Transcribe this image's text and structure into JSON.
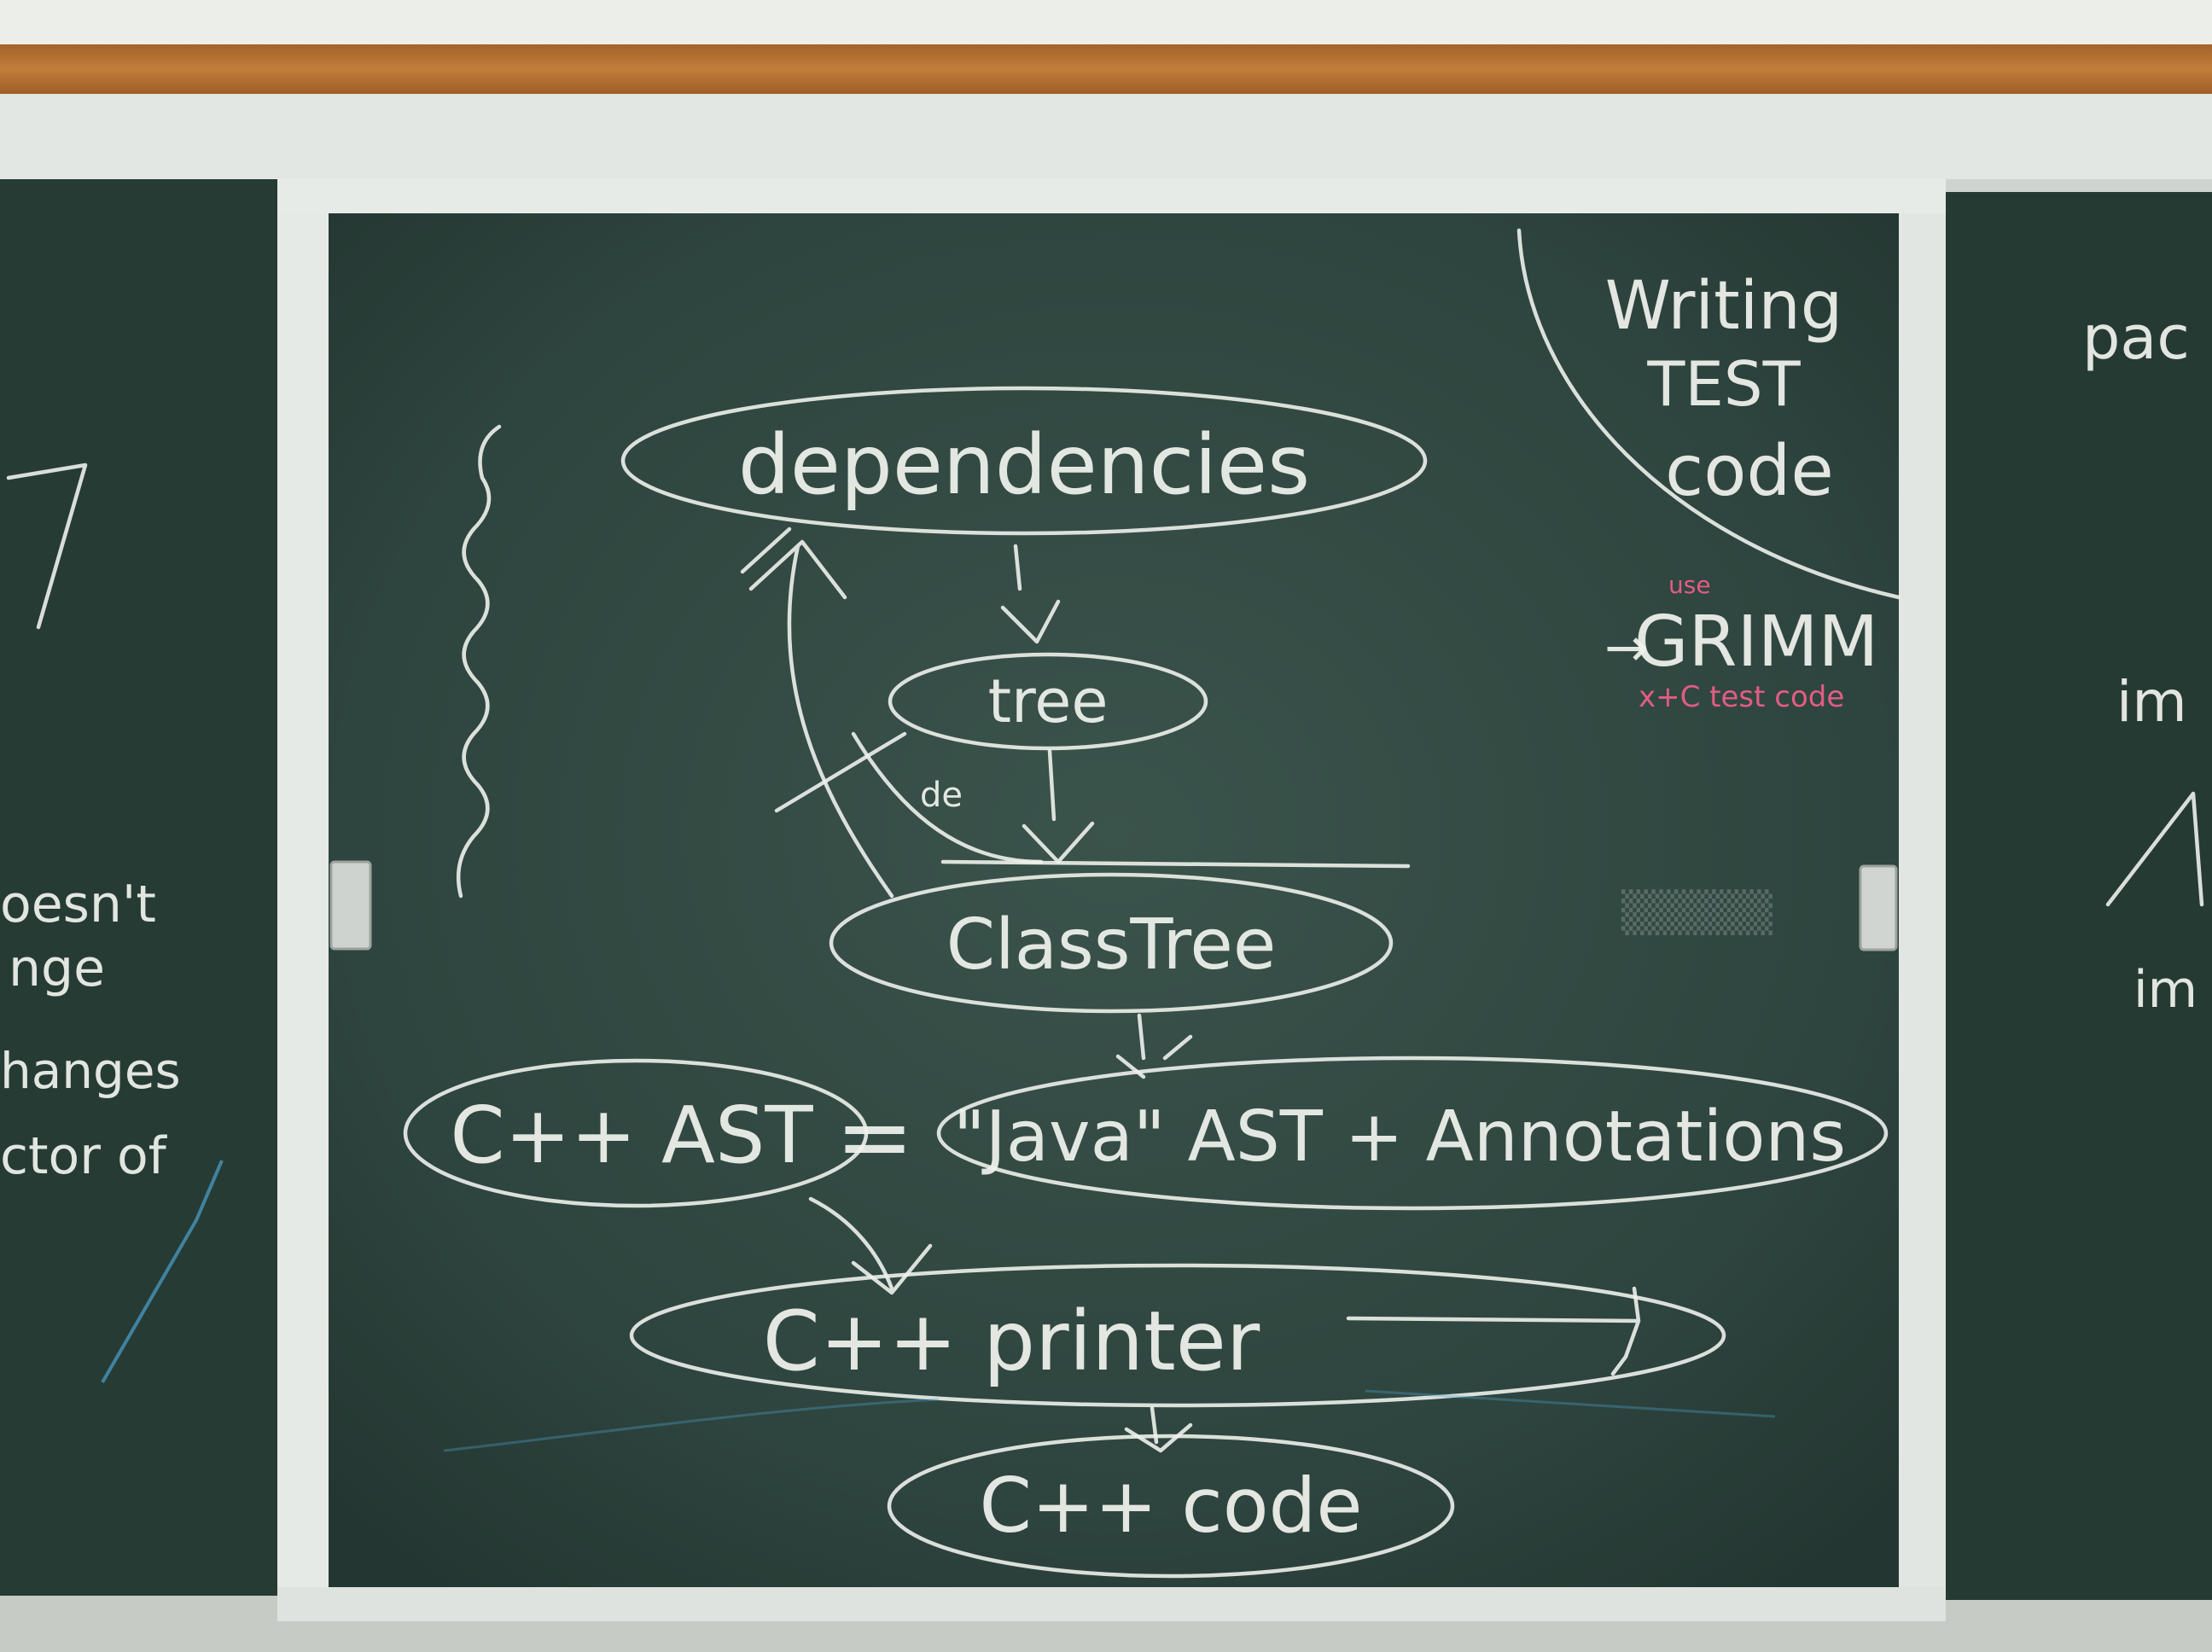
{
  "board": {
    "colors": {
      "wall": "#e9ecea",
      "cork_strip": "#b9732f",
      "frame": "#e6e9e6",
      "chalkboard": "#2f463f",
      "chalk": "#f1f3ee",
      "pink_chalk": "#e35c84",
      "blue_chalk": "#4ca3cf"
    },
    "nodes": {
      "dependencies": "dependencies",
      "tree": "tree",
      "class_tree": "ClassTree",
      "cpp_ast": "C++ AST",
      "java_ast": "\"Java\" AST + Annotations",
      "cpp_printer": "C++ printer",
      "cpp_code": "C++ code"
    },
    "equals_sign": "=",
    "side_note": {
      "line1": "Writing",
      "line2": "TEST",
      "line3": "code"
    },
    "grimm": {
      "arrow": "→",
      "label": "GRIMM",
      "pink_top": "use",
      "pink_bottom": "x+C test code"
    },
    "small_de": "de",
    "left_panel": {
      "line1": "oesn't",
      "line2": "nge",
      "line3": "hanges",
      "line4": "ctor of"
    },
    "right_panel": {
      "word1": "pac",
      "word2": "im",
      "word3": "im"
    }
  }
}
